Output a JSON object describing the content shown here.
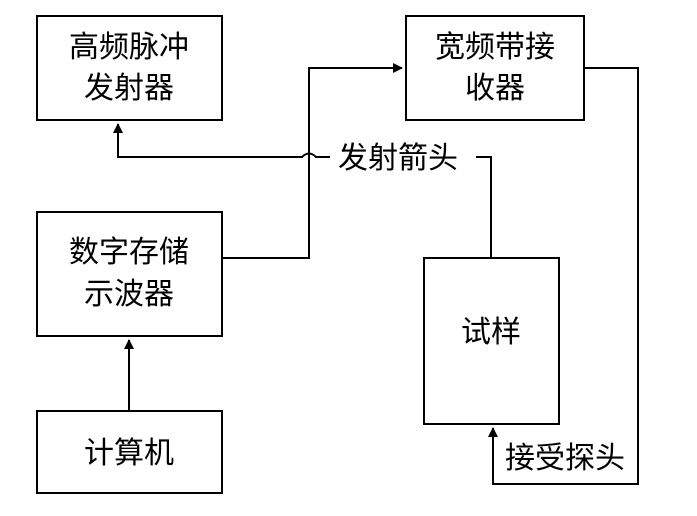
{
  "blocks": {
    "pulser": {
      "line1": "高频脉冲",
      "line2": "发射器"
    },
    "receiver": {
      "line1": "宽频带接",
      "line2": "收器"
    },
    "scope": {
      "line1": "数字存储",
      "line2": "示波器"
    },
    "specimen": {
      "label": "试样"
    },
    "computer": {
      "label": "计算机"
    }
  },
  "labels": {
    "transmit_probe": "发射箭头",
    "receive_probe": "接受探头"
  },
  "colors": {
    "stroke": "#000000",
    "background": "#ffffff"
  }
}
